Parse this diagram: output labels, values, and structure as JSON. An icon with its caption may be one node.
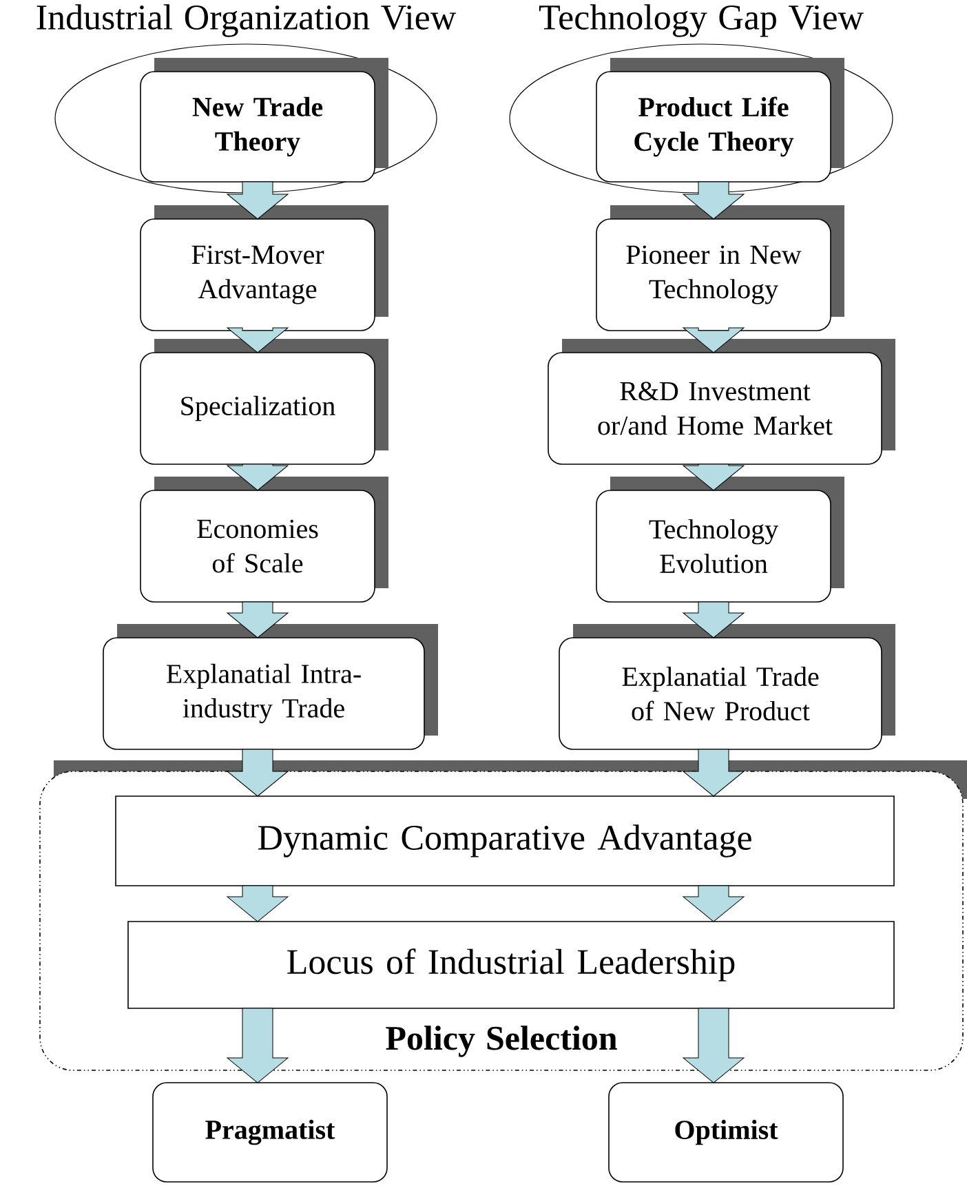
{
  "diagram": {
    "nodes": [
      {
        "text": [
          "Industrial Organization View"
        ]
      },
      {
        "text": [
          "New Trade Theory"
        ],
        "in": 0
      },
      {
        "text": [
          "First-Mover Advantage"
        ]
      },
      {
        "text": [
          "Specialization"
        ]
      },
      {
        "text": [
          "Economies of Scale"
        ]
      },
      {
        "text": [
          "Explanatial Intra-industry Trade"
        ]
      },
      {
        "text": [
          "Technology Gap View"
        ]
      },
      {
        "text": [
          "Product Life Cycle Theory"
        ],
        "in": 6
      },
      {
        "text": [
          "Pioneer in New Technology"
        ]
      },
      {
        "text": [
          "R&D Investment or/and Home Market"
        ]
      },
      {
        "text": [
          "Technology Evolution"
        ]
      },
      {
        "text": [
          "Explanatial Trade of New Product"
        ]
      },
      {
        "text": [
          "Policy Selection"
        ]
      },
      {
        "text": [
          "Dynamic Comparative Advantage"
        ],
        "in": 12
      },
      {
        "text": [
          "Locus of Industrial Leadership"
        ],
        "in": 12
      },
      {
        "text": [
          "Pragmatist"
        ]
      },
      {
        "text": [
          "Optimist"
        ]
      }
    ],
    "edges": [
      {
        "from": 1,
        "to": 2,
        "arrow": "to"
      },
      {
        "from": 2,
        "to": 3,
        "arrow": "to"
      },
      {
        "from": 3,
        "to": 4,
        "arrow": "to"
      },
      {
        "from": 4,
        "to": 5,
        "arrow": "to"
      },
      {
        "from": 5,
        "to": 13,
        "arrow": "to"
      },
      {
        "from": 13,
        "to": 14,
        "arrow": "to"
      },
      {
        "from": 14,
        "to": 15,
        "arrow": "to"
      },
      {
        "from": 7,
        "to": 8,
        "arrow": "to"
      },
      {
        "from": 8,
        "to": 9,
        "arrow": "to"
      },
      {
        "from": 9,
        "to": 10,
        "arrow": "to"
      },
      {
        "from": 10,
        "to": 11,
        "arrow": "to"
      },
      {
        "from": 11,
        "to": 13,
        "arrow": "to"
      },
      {
        "from": 13,
        "to": 14,
        "arrow": "to"
      },
      {
        "from": 14,
        "to": 16,
        "arrow": "to"
      }
    ]
  }
}
